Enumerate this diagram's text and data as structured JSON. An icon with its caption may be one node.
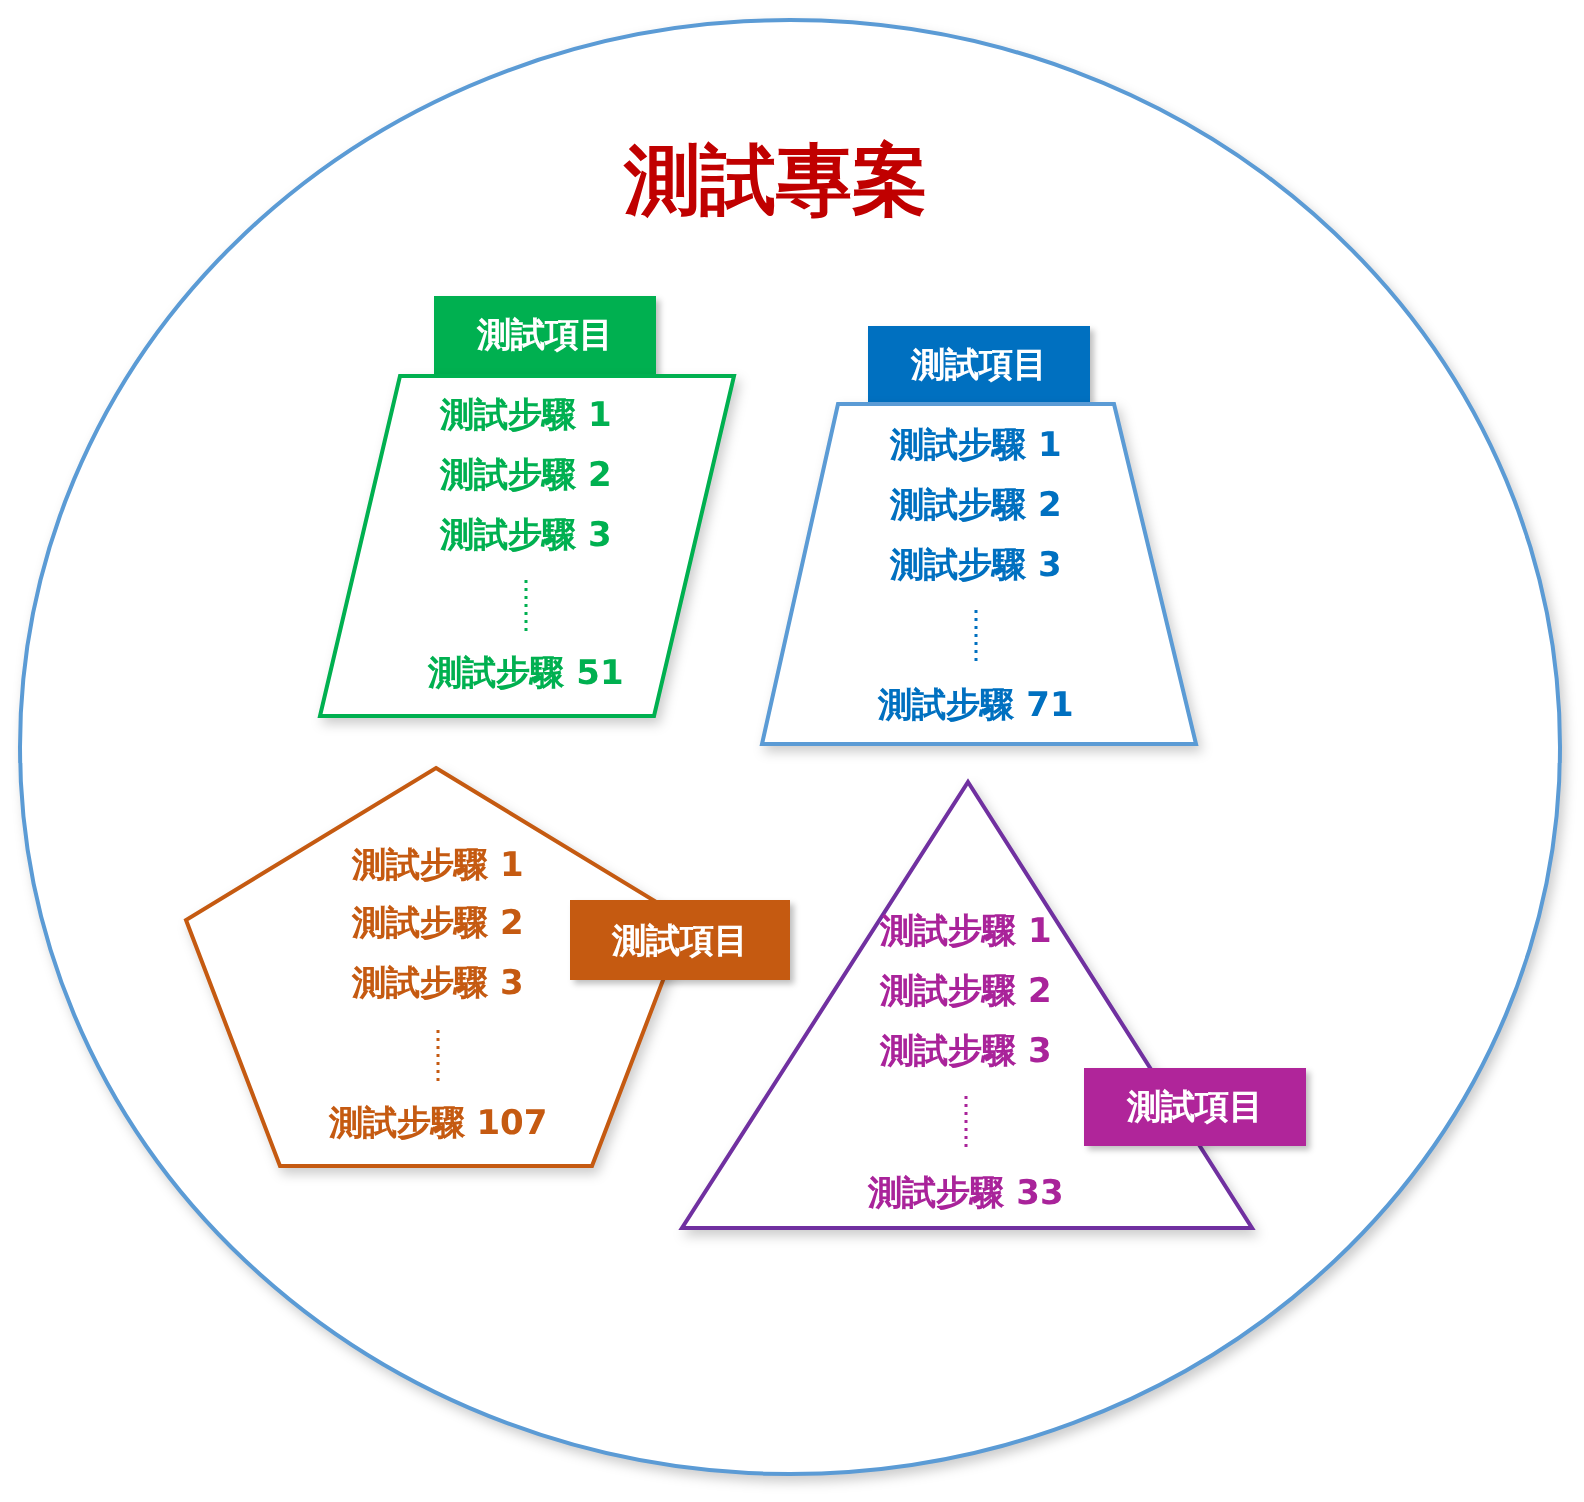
{
  "diagram": {
    "nodes": [
      {
        "text": [
          "測試專案"
        ]
      },
      {
        "text": [
          "測試項目"
        ],
        "in": 0
      },
      {
        "text": [
          "測試步驟 1",
          "測試步驟 2",
          "測試步驟 3",
          "測試步驟 51"
        ],
        "in": 0
      },
      {
        "text": [
          "測試項目"
        ],
        "in": 0
      },
      {
        "text": [
          "測試步驟 1",
          "測試步驟 2",
          "測試步驟 3",
          "測試步驟 71"
        ],
        "in": 0
      },
      {
        "text": [
          "測試步驟 1",
          "測試步驟 2",
          "測試步驟 3",
          "測試步驟 107"
        ],
        "in": 0
      },
      {
        "text": [
          "測試項目"
        ],
        "in": 0
      },
      {
        "text": [
          "測試步驟 1",
          "測試步驟 2",
          "測試步驟 3",
          "測試步驟 33"
        ],
        "in": 0
      },
      {
        "text": [
          "測試項目"
        ],
        "in": 0
      }
    ]
  }
}
